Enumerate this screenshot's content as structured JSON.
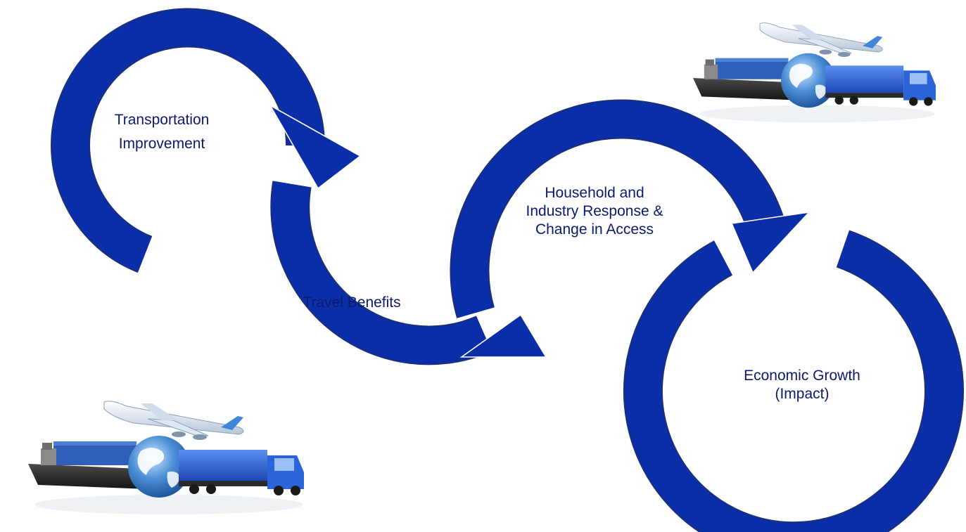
{
  "diagram": {
    "steps": [
      {
        "id": "transportation",
        "lines": [
          "Transportation",
          "Improvement"
        ]
      },
      {
        "id": "travel",
        "lines": [
          "Travel Benefits"
        ]
      },
      {
        "id": "household",
        "lines": [
          "Household and",
          "Industry Response &",
          "Change in Access"
        ]
      },
      {
        "id": "economic",
        "lines": [
          "Economic Growth",
          "(Impact)"
        ]
      }
    ],
    "colors": {
      "arrow": "#0a2ea8",
      "arrow_outline": "#1b2f7a",
      "text": "#0b1a6e",
      "background": "#ffffff"
    },
    "icons": [
      "transport-globe-icon"
    ]
  }
}
